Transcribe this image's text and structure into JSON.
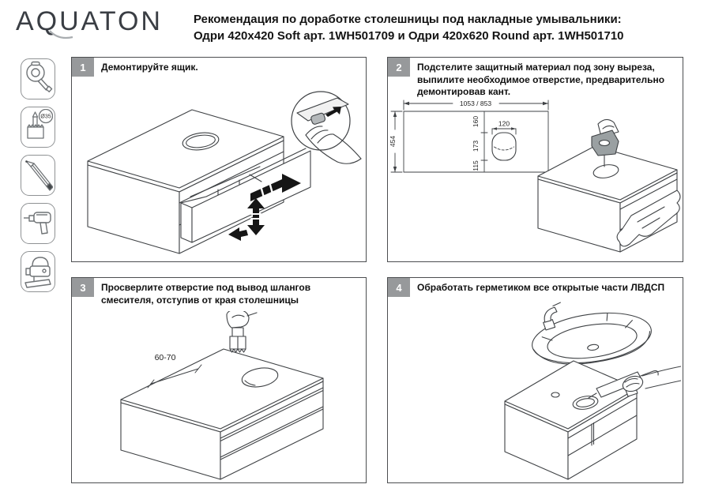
{
  "header": {
    "logo": "AQUATON",
    "title_line1": "Рекомендация по доработке столешницы под накладные умывальники:",
    "title_line2": "Одри 420х420 Soft арт. 1WH501709 и Одри 420х620 Round арт. 1WH501710"
  },
  "tools": [
    {
      "icon": "tape-measure-icon"
    },
    {
      "icon": "hole-saw-icon",
      "label": "Ø35"
    },
    {
      "icon": "pencil-icon"
    },
    {
      "icon": "drill-icon"
    },
    {
      "icon": "jigsaw-icon"
    }
  ],
  "steps": [
    {
      "number": "1",
      "text": "Демонтируйте ящик."
    },
    {
      "number": "2",
      "text": "Подстелите защитный материал под зону выреза, выпилите необходимое отверстие, предварительно демонтировав кант."
    },
    {
      "number": "3",
      "text": "Просверлите отверстие под вывод шлангов смесителя, отступив от края столешницы"
    },
    {
      "number": "4",
      "text": "Обработать герметиком все открытые части ЛВДСП"
    }
  ],
  "drawings": {
    "cutout_plan": {
      "width": "1053 / 853",
      "depth": "454",
      "offset_top": "160",
      "cutout_length": "173",
      "offset_bottom": "115",
      "cutout_width": "120"
    },
    "hole_offset": "60-70"
  },
  "colors": {
    "badge": "#97999b",
    "line": "#3f4245",
    "panel_border": "#4c4e50"
  }
}
